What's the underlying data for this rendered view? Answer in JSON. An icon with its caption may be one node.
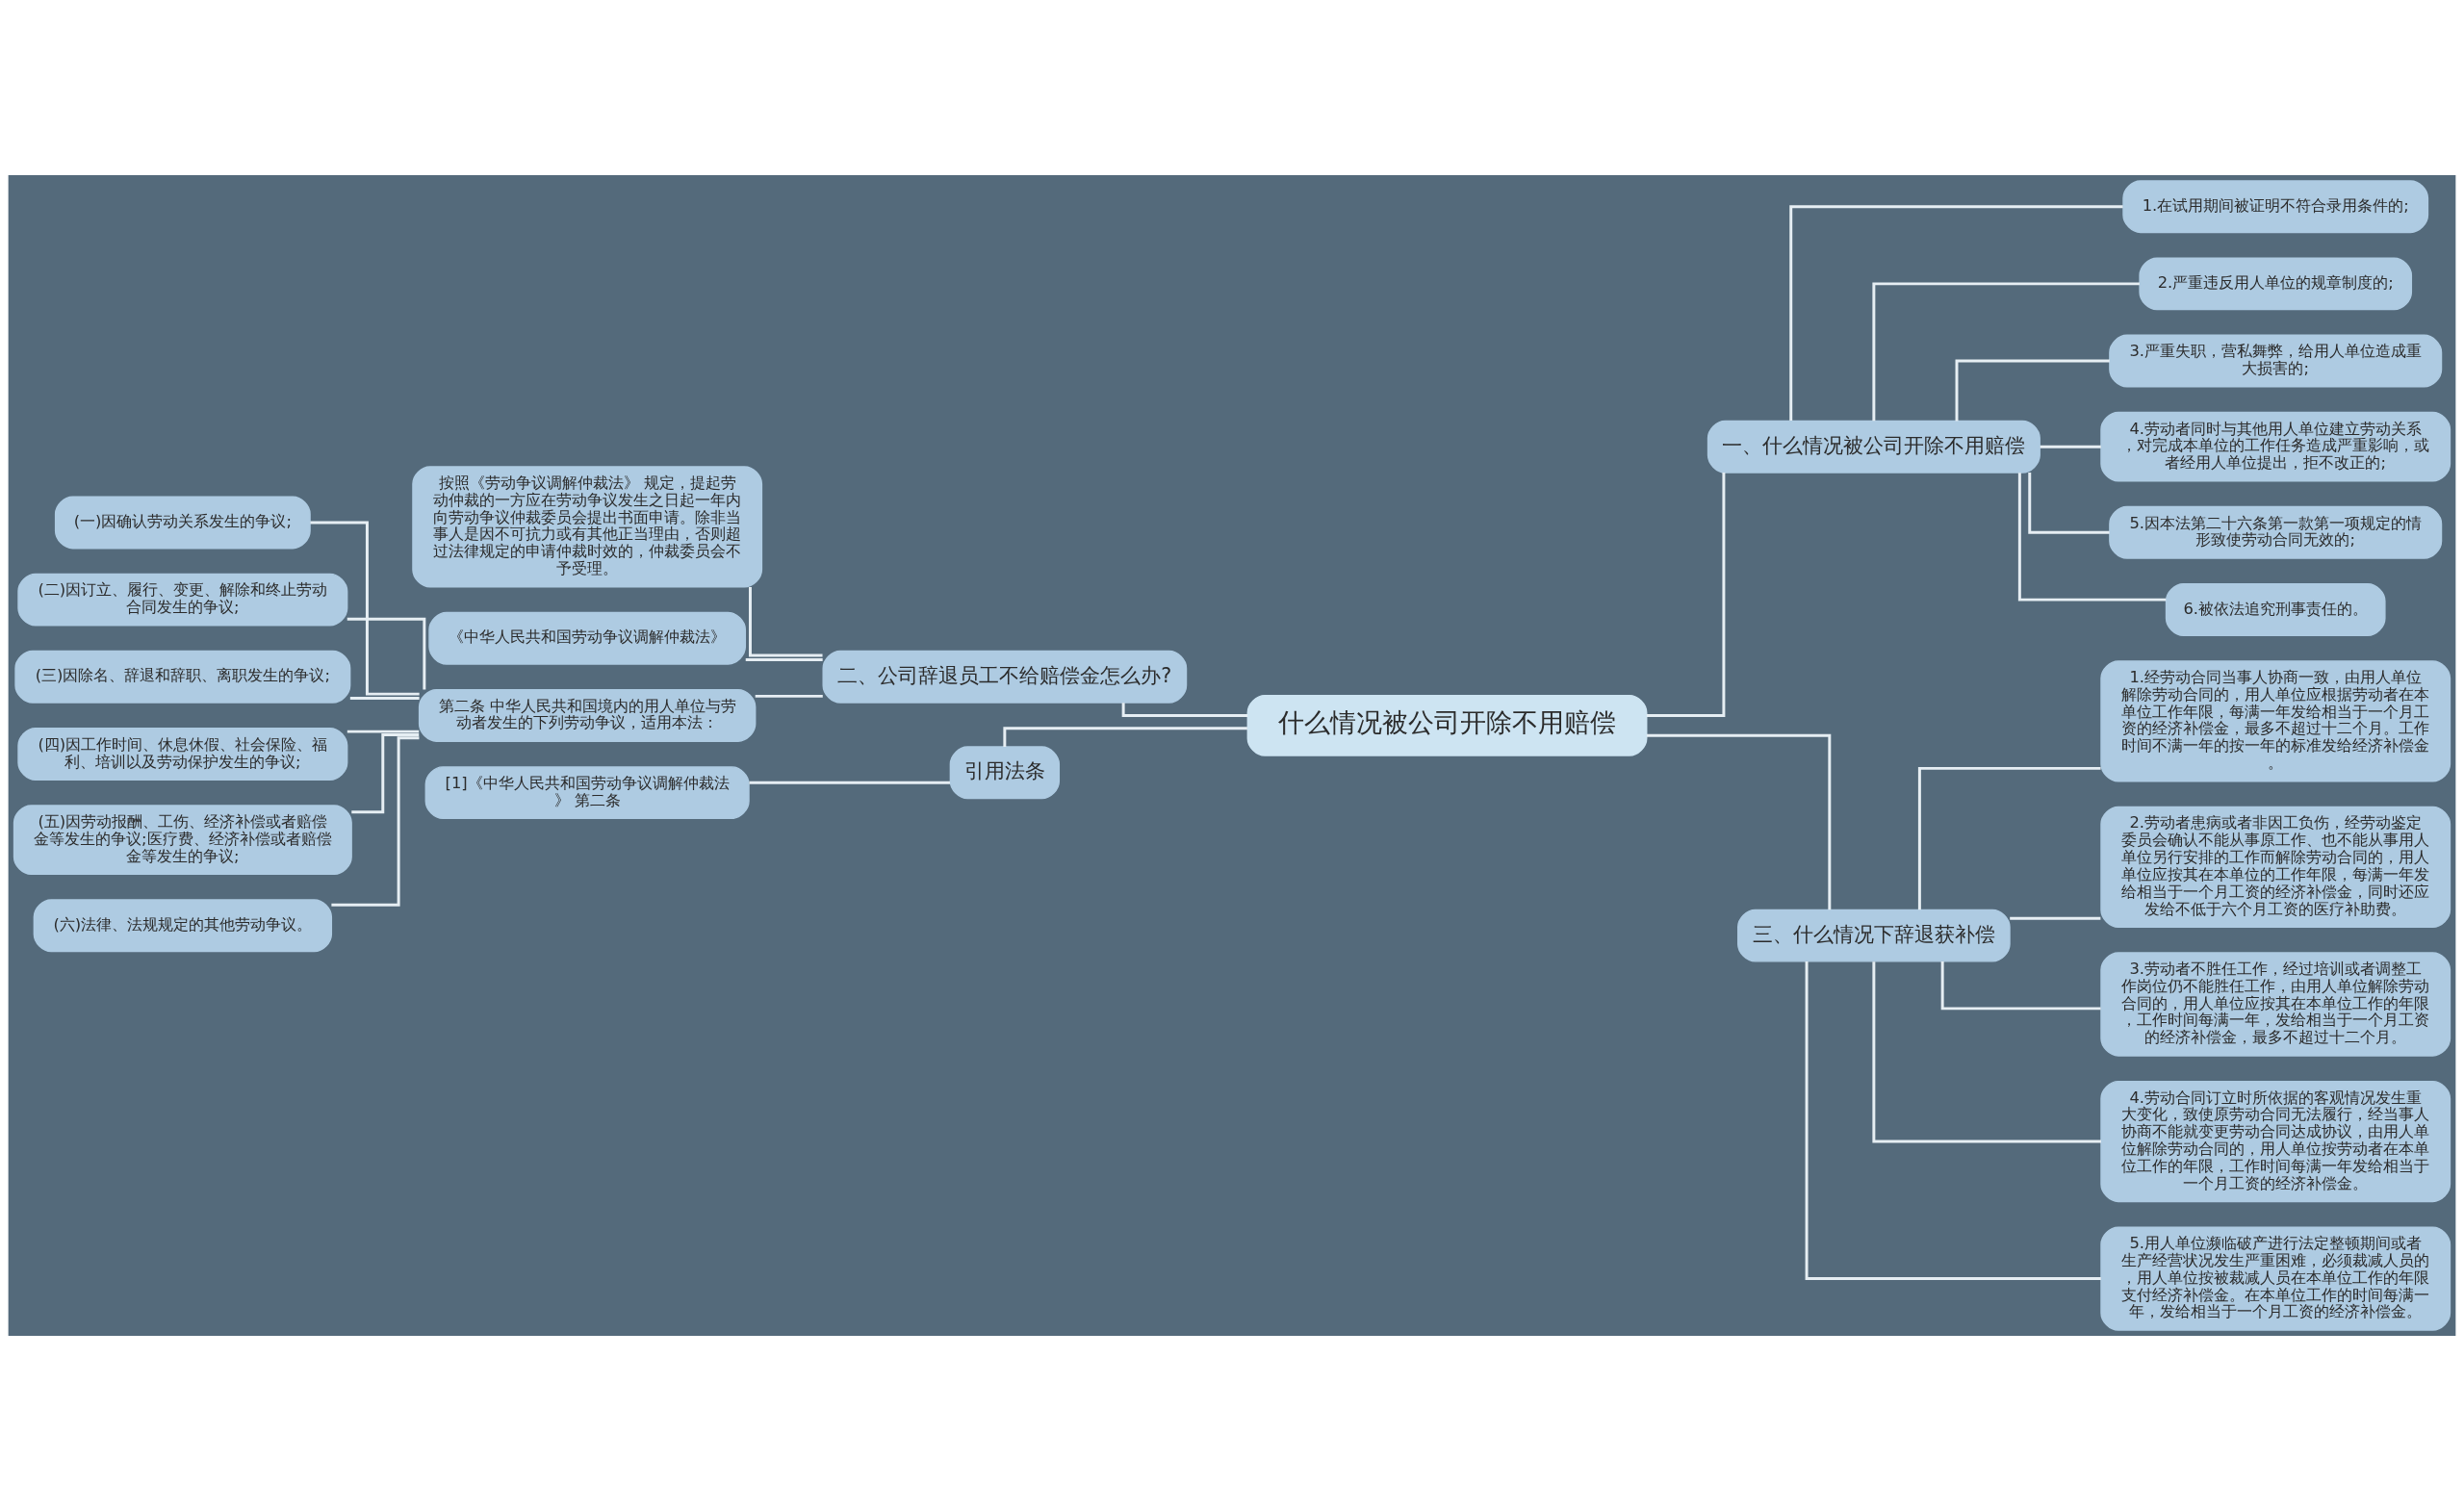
{
  "diagram": {
    "nodes": [
      {
        "text": [
          "什么情况被公司开除不用赔偿"
        ]
      },
      {
        "text": [
          "二、公司辞退员工不给赔偿金怎么办?"
        ]
      },
      {
        "text": [
          "按照《劳动争议调解仲裁法》 规定，提起劳动仲裁的一方应在劳动争议发生之日起一年内向劳动争议仲裁委员会提出书面申请。除非当事人是因不可抗力或有其他正当理由，否则超过法律规定的申请仲裁时效的，仲裁委员会不予受理。"
        ]
      },
      {
        "text": [
          "《中华人民共和国劳动争议调解仲裁法》"
        ]
      },
      {
        "text": [
          "第二条 中华人民共和国境内的用人单位与劳动者发生的下列劳动争议，适用本法："
        ]
      },
      {
        "text": [
          "(一)因确认劳动关系发生的争议;"
        ]
      },
      {
        "text": [
          "(二)因订立、履行、变更、解除和终止劳动合同发生的争议;"
        ]
      },
      {
        "text": [
          "(三)因除名、辞退和辞职、离职发生的争议;"
        ]
      },
      {
        "text": [
          "(四)因工作时间、休息休假、社会保险、福利、培训以及劳动保护发生的争议;"
        ]
      },
      {
        "text": [
          "(五)因劳动报酬、工伤、经济补偿或者赔偿金等发生的争议;医疗费、经济补偿或者赔偿金等发生的争议;"
        ]
      },
      {
        "text": [
          "(六)法律、法规规定的其他劳动争议。"
        ]
      },
      {
        "text": [
          "引用法条"
        ]
      },
      {
        "text": [
          "[1]《中华人民共和国劳动争议调解仲裁法》 第二条"
        ]
      },
      {
        "text": [
          "一、什么情况被公司开除不用赔偿"
        ]
      },
      {
        "text": [
          "1.在试用期间被证明不符合录用条件的;"
        ]
      },
      {
        "text": [
          "2.严重违反用人单位的规章制度的;"
        ]
      },
      {
        "text": [
          "3.严重失职，营私舞弊，给用人单位造成重大损害的;"
        ]
      },
      {
        "text": [
          "4.劳动者同时与其他用人单位建立劳动关系，对完成本单位的工作任务造成严重影响，或者经用人单位提出，拒不改正的;"
        ]
      },
      {
        "text": [
          "5.因本法第二十六条第一款第一项规定的情形致使劳动合同无效的;"
        ]
      },
      {
        "text": [
          "6.被依法追究刑事责任的。"
        ]
      },
      {
        "text": [
          "三、什么情况下辞退获补偿"
        ]
      },
      {
        "text": [
          "1.经劳动合同当事人协商一致，由用人单位解除劳动合同的，用人单位应根据劳动者在本单位工作年限，每满一年发给相当于一个月工资的经济补偿金，最多不超过十二个月。工作时间不满一年的按一年的标准发给经济补偿金。"
        ]
      },
      {
        "text": [
          "2.劳动者患病或者非因工负伤，经劳动鉴定委员会确认不能从事原工作、也不能从事用人单位另行安排的工作而解除劳动合同的，用人单位应按其在本单位的工作年限，每满一年发给相当于一个月工资的经济补偿金，同时还应发给不低于六个月工资的医疗补助费。"
        ]
      },
      {
        "text": [
          "3.劳动者不胜任工作，经过培训或者调整工作岗位仍不能胜任工作，由用人单位解除劳动合同的，用人单位应按其在本单位工作的年限，工作时间每满一年，发给相当于一个月工资的经济补偿金，最多不超过十二个月。"
        ]
      },
      {
        "text": [
          "4.劳动合同订立时所依据的客观情况发生重大变化，致使原劳动合同无法履行，经当事人协商不能就变更劳动合同达成协议，由用人单位解除劳动合同的，用人单位按劳动者在本单位工作的年限，工作时间每满一年发给相当于一个月工资的经济补偿金。"
        ]
      },
      {
        "text": [
          "5.用人单位濒临破产进行法定整顿期间或者生产经营状况发生严重困难，必须裁减人员的，用人单位按被裁减人员在本单位工作的年限支付经济补偿金。在本单位工作的时间每满一年，发给相当于一个月工资的经济补偿金。"
        ]
      }
    ],
    "edges": [
      {
        "from": 2,
        "to": 1,
        "arrow": "none"
      },
      {
        "from": 3,
        "to": 1,
        "arrow": "none"
      },
      {
        "from": 5,
        "to": 4,
        "arrow": "none"
      },
      {
        "from": 6,
        "to": 4,
        "arrow": "none"
      },
      {
        "from": 7,
        "to": 4,
        "arrow": "none"
      },
      {
        "from": 8,
        "to": 4,
        "arrow": "none"
      },
      {
        "from": 9,
        "to": 4,
        "arrow": "none"
      },
      {
        "from": 10,
        "to": 4,
        "arrow": "none"
      },
      {
        "from": 4,
        "to": 1,
        "arrow": "none"
      },
      {
        "from": 1,
        "to": 0,
        "arrow": "none"
      },
      {
        "from": 12,
        "to": 11,
        "arrow": "none"
      },
      {
        "from": 11,
        "to": 0,
        "arrow": "none"
      },
      {
        "from": 0,
        "to": 13,
        "arrow": "none"
      },
      {
        "from": 13,
        "to": 14,
        "arrow": "none"
      },
      {
        "from": 13,
        "to": 15,
        "arrow": "none"
      },
      {
        "from": 13,
        "to": 16,
        "arrow": "none"
      },
      {
        "from": 13,
        "to": 17,
        "arrow": "none"
      },
      {
        "from": 13,
        "to": 18,
        "arrow": "none"
      },
      {
        "from": 13,
        "to": 19,
        "arrow": "none"
      },
      {
        "from": 0,
        "to": 20,
        "arrow": "none"
      },
      {
        "from": 20,
        "to": 21,
        "arrow": "none"
      },
      {
        "from": 20,
        "to": 22,
        "arrow": "none"
      },
      {
        "from": 20,
        "to": 23,
        "arrow": "none"
      },
      {
        "from": 20,
        "to": 24,
        "arrow": "none"
      },
      {
        "from": 20,
        "to": 25,
        "arrow": "none"
      }
    ]
  }
}
